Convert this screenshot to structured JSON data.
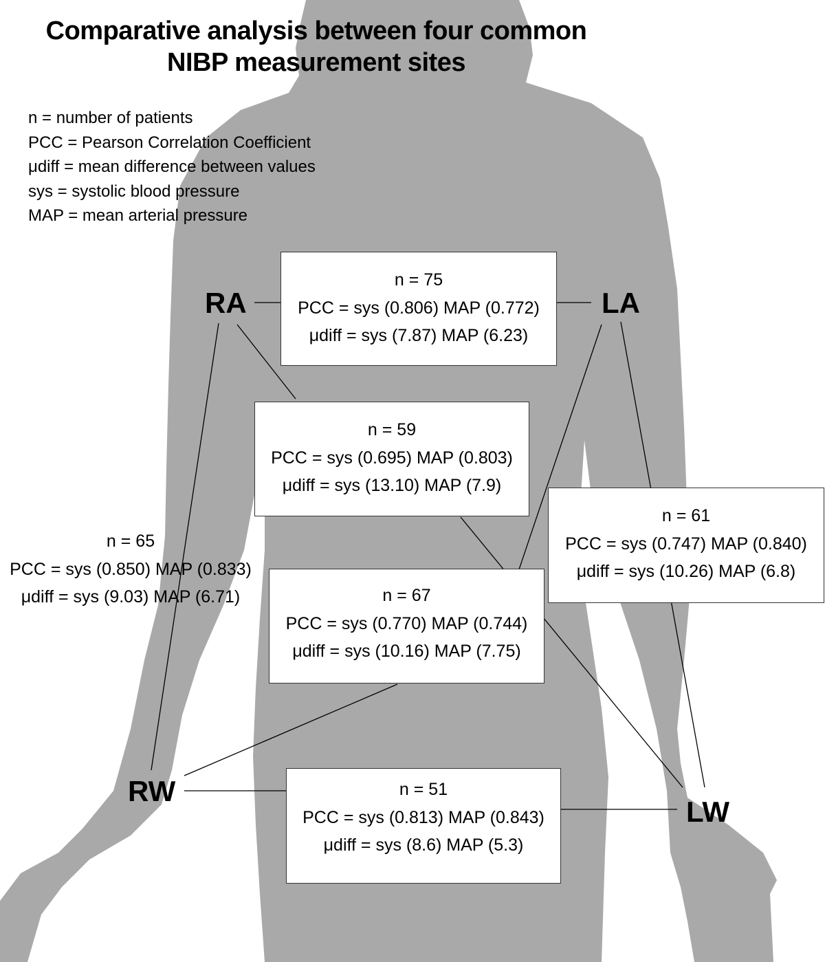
{
  "title": {
    "line1": "Comparative analysis between four common",
    "line2": "NIBP measurement sites"
  },
  "legend": [
    "n = number of patients",
    "PCC = Pearson Correlation Coefficient",
    "μdiff = mean difference between values",
    "sys = systolic blood pressure",
    "MAP = mean arterial pressure"
  ],
  "sites": {
    "ra": "RA",
    "la": "LA",
    "rw": "RW",
    "lw": "LW"
  },
  "comparisons": [
    {
      "pair": "RA-LA",
      "n": "n = 75",
      "pcc": "PCC = sys (0.806)  MAP (0.772)",
      "udiff": "μdiff = sys (7.87)  MAP (6.23)"
    },
    {
      "pair": "RA-LW",
      "n": "n = 59",
      "pcc": "PCC = sys (0.695)  MAP (0.803)",
      "udiff": "μdiff = sys (13.10)  MAP (7.9)"
    },
    {
      "pair": "LA-LW",
      "n": "n = 61",
      "pcc": "PCC = sys (0.747)  MAP (0.840)",
      "udiff": "μdiff = sys (10.26)  MAP (6.8)"
    },
    {
      "pair": "RA-RW",
      "n": "n = 65",
      "pcc": "PCC = sys (0.850)  MAP (0.833)",
      "udiff": "μdiff = sys (9.03)  MAP (6.71)"
    },
    {
      "pair": "LA-RW",
      "n": "n = 67",
      "pcc": "PCC = sys (0.770)  MAP (0.744)",
      "udiff": "μdiff = sys (10.16)  MAP (7.75)"
    },
    {
      "pair": "RW-LW",
      "n": "n = 51",
      "pcc": "PCC = sys (0.813)  MAP (0.843)",
      "udiff": "μdiff = sys (8.6)  MAP (5.3)"
    }
  ],
  "colors": {
    "silhouette": "#a9a9a9",
    "background": "#ffffff",
    "line": "#000000"
  }
}
